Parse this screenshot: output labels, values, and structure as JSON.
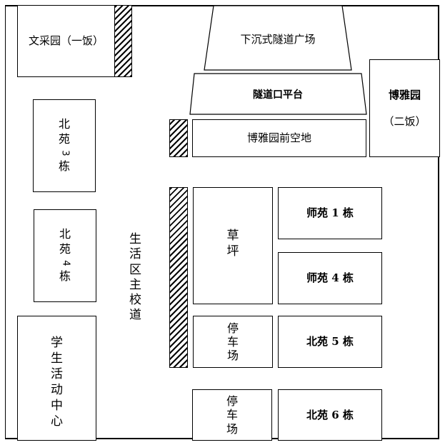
{
  "map": {
    "title": "",
    "buildings": {
      "wencaiyuan": "文采园（一饭）",
      "sunken_plaza": "下沉式隧道广场",
      "tunnel_platform": "隧道口平台",
      "boyayuan_front": "博雅园前空地",
      "boyayuan_line1": "博雅园",
      "boyayuan_line2": "（二饭）",
      "beiyuan3": [
        "北",
        "苑",
        "3",
        "栋"
      ],
      "beiyuan4": [
        "北",
        "苑",
        "4",
        "栋"
      ],
      "main_road": [
        "生",
        "活",
        "区",
        "主",
        "校",
        "道"
      ],
      "lawn": [
        "草",
        "坪"
      ],
      "shiyuan1": "师苑 1 栋",
      "shiyuan4": "师苑 4 栋",
      "parking1": [
        "停",
        "车",
        "场"
      ],
      "beiyuan5": "北苑 5 栋",
      "parking2": [
        "停",
        "车",
        "场"
      ],
      "beiyuan6": "北苑 6 栋",
      "student_center": [
        "学",
        "生",
        "活",
        "动",
        "中",
        "心"
      ]
    },
    "colors": {
      "line": "#000000",
      "background": "#ffffff"
    }
  }
}
